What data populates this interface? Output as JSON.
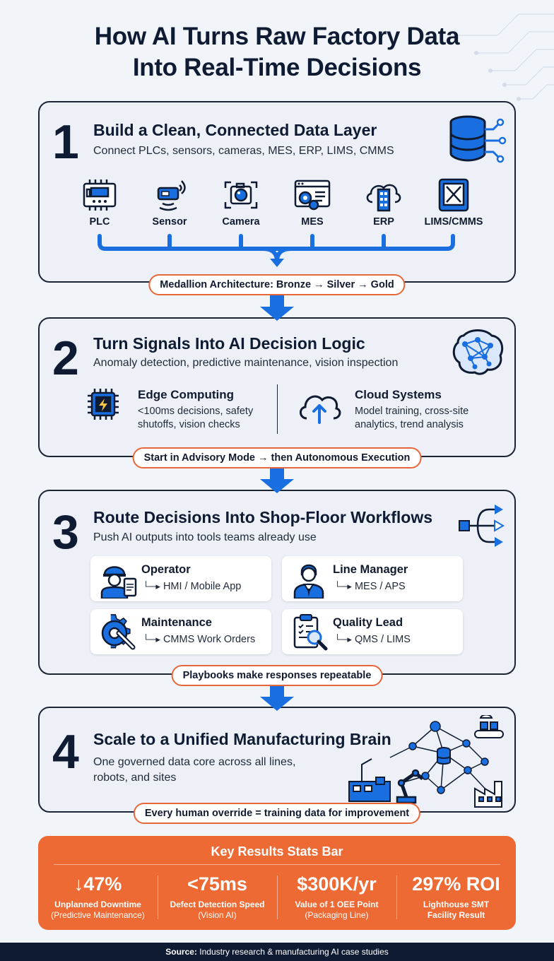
{
  "title": {
    "line1": "How AI Turns Raw Factory Data",
    "line2": "Into Real-Time Decisions"
  },
  "colors": {
    "navy": "#0f1b33",
    "accent_blue": "#1a6fe0",
    "orange": "#ee6a35",
    "card_bg": "#edf1f7"
  },
  "step1": {
    "number": "1",
    "title": "Build a Clean, Connected Data Layer",
    "subtitle": "Connect PLCs, sensors, cameras, MES, ERP, LIMS, CMMS",
    "icon": "database-icon",
    "sources": [
      {
        "label": "PLC",
        "icon": "plc-icon"
      },
      {
        "label": "Sensor",
        "icon": "sensor-icon"
      },
      {
        "label": "Camera",
        "icon": "camera-icon"
      },
      {
        "label": "MES",
        "icon": "mes-icon"
      },
      {
        "label": "ERP",
        "icon": "erp-icon"
      },
      {
        "label": "LIMS/CMMS",
        "icon": "tools-icon"
      }
    ],
    "pill": "Medallion Architecture: Bronze → Silver → Gold"
  },
  "step2": {
    "number": "2",
    "title": "Turn Signals Into AI Decision Logic",
    "subtitle": "Anomaly detection, predictive maintenance, vision inspection",
    "icon": "brain-network-icon",
    "edge": {
      "title": "Edge Computing",
      "line1": "<100ms decisions, safety",
      "line2": "shutoffs, vision checks"
    },
    "cloud": {
      "title": "Cloud Systems",
      "line1": "Model training, cross-site",
      "line2": "analytics, trend analysis"
    },
    "pill": "Start in Advisory Mode → then Autonomous Execution"
  },
  "step3": {
    "number": "3",
    "title": "Route Decisions Into Shop-Floor Workflows",
    "subtitle": "Push AI outputs into tools teams already use",
    "icon": "routing-arrows-icon",
    "roles": [
      {
        "name": "Operator",
        "tool": "HMI / Mobile App",
        "icon": "operator-icon"
      },
      {
        "name": "Line Manager",
        "tool": "MES / APS",
        "icon": "manager-icon"
      },
      {
        "name": "Maintenance",
        "tool": "CMMS Work Orders",
        "icon": "gear-wrench-icon"
      },
      {
        "name": "Quality Lead",
        "tool": "QMS / LIMS",
        "icon": "clipboard-search-icon"
      }
    ],
    "pill": "Playbooks make responses repeatable"
  },
  "step4": {
    "number": "4",
    "title": "Scale to a Unified Manufacturing Brain",
    "subtitle_line1": "One governed data core across all lines,",
    "subtitle_line2": "robots, and sites",
    "icon": "factory-network-icon",
    "pill": "Every human override = training data for improvement"
  },
  "stats": {
    "title": "Key Results Stats Bar",
    "items": [
      {
        "value": "↓47%",
        "label": "Unplanned Downtime",
        "sub": "(Predictive Maintenance)"
      },
      {
        "value": "<75ms",
        "label": "Defect Detection Speed",
        "sub": "(Vision AI)"
      },
      {
        "value": "$300K/yr",
        "label": "Value of 1 OEE Point",
        "sub": "(Packaging Line)"
      },
      {
        "value": "297% ROI",
        "label": "Lighthouse SMT",
        "sub": "Facility Result"
      }
    ]
  },
  "footer": {
    "label": "Source:",
    "text": " Industry research & manufacturing AI case studies"
  }
}
